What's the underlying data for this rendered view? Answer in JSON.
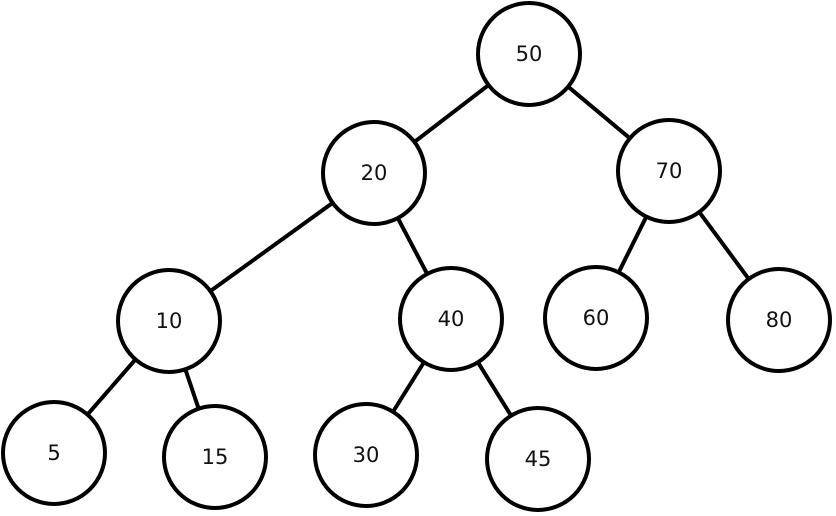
{
  "tree": {
    "nodes": [
      {
        "id": "n50",
        "label": "50"
      },
      {
        "id": "n20",
        "label": "20"
      },
      {
        "id": "n70",
        "label": "70"
      },
      {
        "id": "n10",
        "label": "10"
      },
      {
        "id": "n40",
        "label": "40"
      },
      {
        "id": "n60",
        "label": "60"
      },
      {
        "id": "n80",
        "label": "80"
      },
      {
        "id": "n5",
        "label": "5"
      },
      {
        "id": "n15",
        "label": "15"
      },
      {
        "id": "n30",
        "label": "30"
      },
      {
        "id": "n45",
        "label": "45"
      }
    ],
    "edges": [
      {
        "from": "n50",
        "to": "n20"
      },
      {
        "from": "n50",
        "to": "n70"
      },
      {
        "from": "n20",
        "to": "n10"
      },
      {
        "from": "n20",
        "to": "n40"
      },
      {
        "from": "n70",
        "to": "n60"
      },
      {
        "from": "n70",
        "to": "n80"
      },
      {
        "from": "n10",
        "to": "n5"
      },
      {
        "from": "n10",
        "to": "n15"
      },
      {
        "from": "n40",
        "to": "n30"
      },
      {
        "from": "n40",
        "to": "n45"
      }
    ]
  }
}
